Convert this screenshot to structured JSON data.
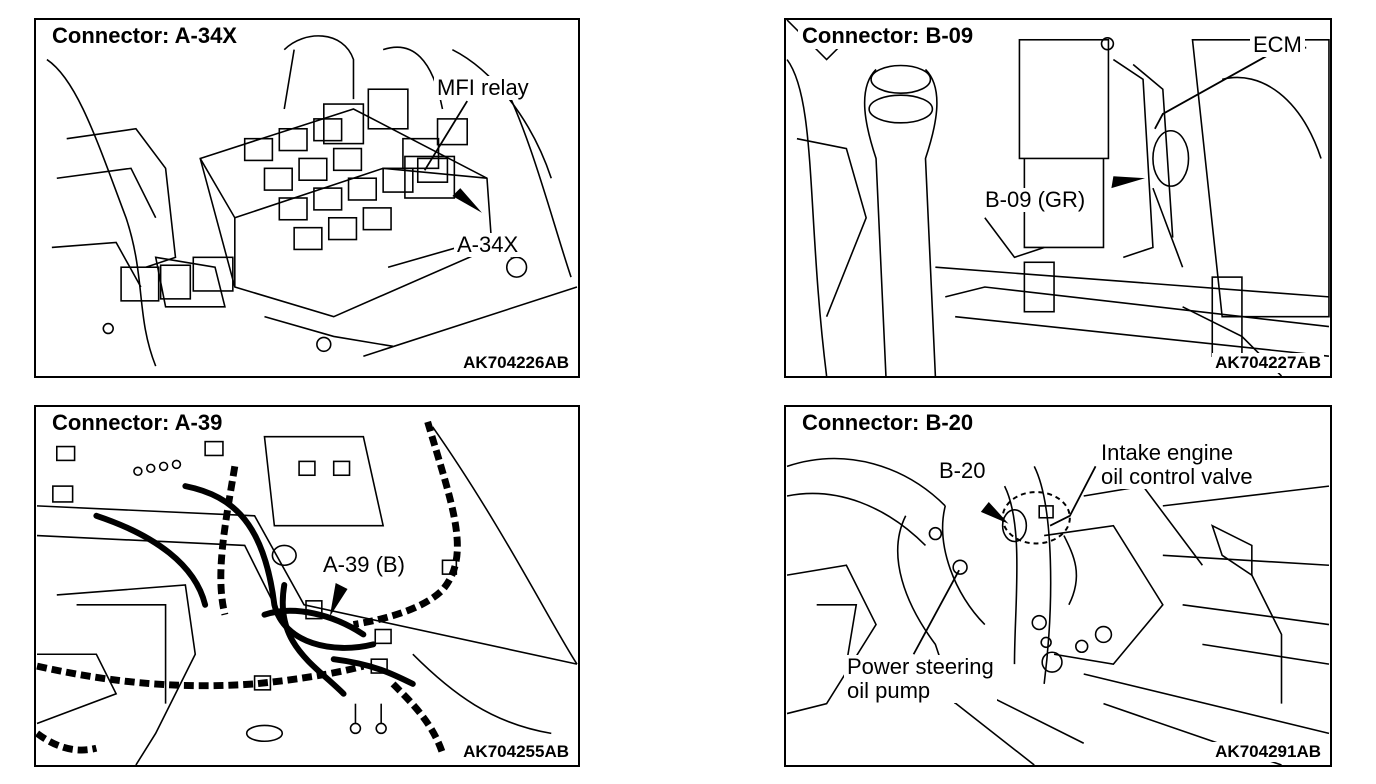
{
  "panels": [
    {
      "title": "Connector: A-34X",
      "code": "AK704226AB",
      "labels": {
        "relay": "MFI relay",
        "connector": "A-34X"
      }
    },
    {
      "title": "Connector: B-09",
      "code": "AK704227AB",
      "labels": {
        "ecm": "ECM",
        "connector": "B-09 (GR)"
      }
    },
    {
      "title": "Connector: A-39",
      "code": "AK704255AB",
      "labels": {
        "connector": "A-39 (B)"
      }
    },
    {
      "title": "Connector: B-20",
      "code": "AK704291AB",
      "labels": {
        "connector": "B-20",
        "valve_line1": "Intake engine",
        "valve_line2": "oil control valve",
        "pump_line1": "Power steering",
        "pump_line2": "oil pump"
      }
    }
  ]
}
